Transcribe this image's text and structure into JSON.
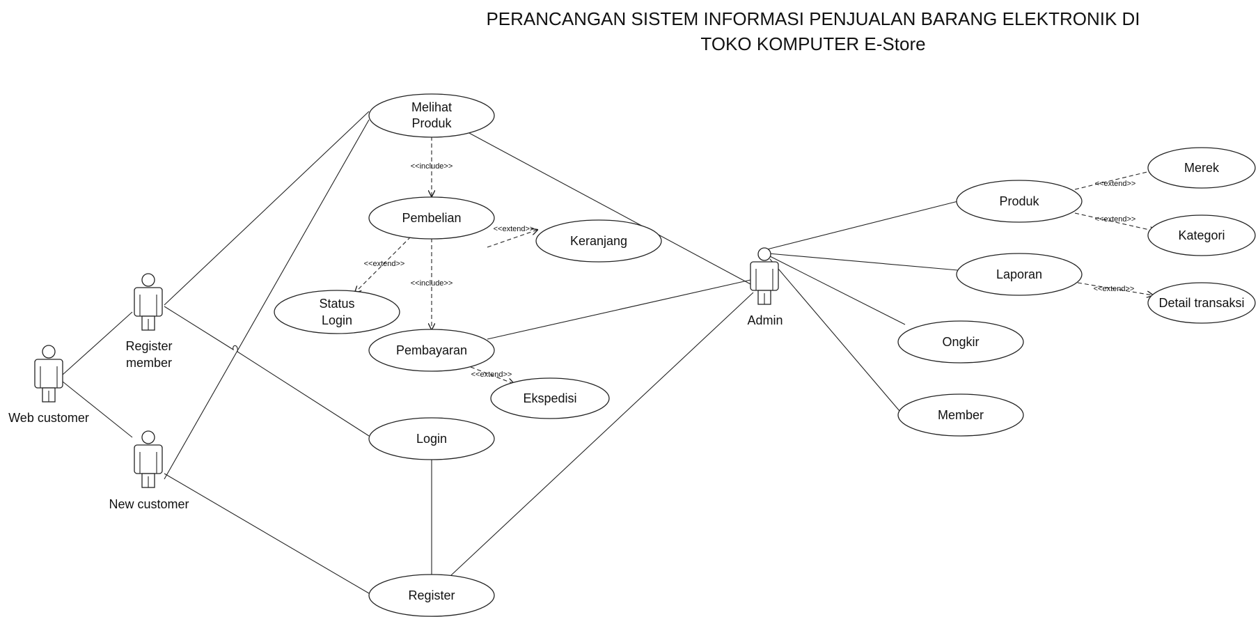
{
  "title": {
    "line1": "PERANCANGAN SISTEM INFORMASI PENJUALAN BARANG ELEKTRONIK DI",
    "line2": "TOKO KOMPUTER E-Store"
  },
  "actors": {
    "web_customer": "Web customer",
    "register_member": [
      "Register",
      "member"
    ],
    "new_customer": "New customer",
    "admin": "Admin"
  },
  "use_cases": {
    "melihat_produk": [
      "Melihat",
      "Produk"
    ],
    "pembelian": "Pembelian",
    "keranjang": "Keranjang",
    "status_login": [
      "Status",
      "Login"
    ],
    "pembayaran": "Pembayaran",
    "ekspedisi": "Ekspedisi",
    "login": "Login",
    "register": "Register",
    "produk": "Produk",
    "merek": "Merek",
    "kategori": "Kategori",
    "laporan": "Laporan",
    "detail_transaksi": "Detail transaksi",
    "ongkir": "Ongkir",
    "member": "Member"
  },
  "stereotypes": {
    "include": "<<include>>",
    "extend": "<<extend>>"
  }
}
